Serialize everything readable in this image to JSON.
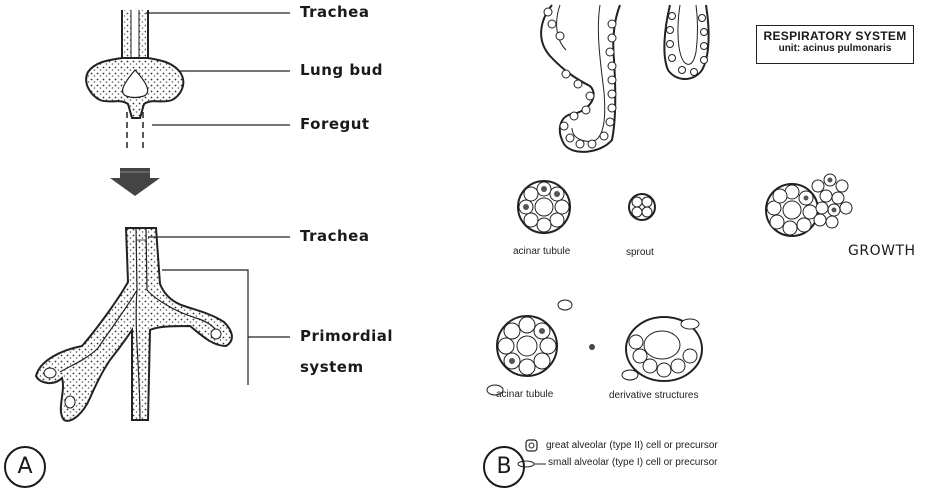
{
  "panel_a": {
    "letter": "A",
    "labels": {
      "trachea_top": "Trachea",
      "lung_bud": "Lung bud",
      "foregut": "Foregut",
      "trachea_bottom": "Trachea",
      "primordial_line1": "Primordial",
      "primordial_line2": "system"
    }
  },
  "panel_b": {
    "letter": "B",
    "title_box": {
      "title": "RESPIRATORY SYSTEM",
      "subtitle": "unit: acinus pulmonaris"
    },
    "labels": {
      "acinar_tubule_1": "acinar tubule",
      "sprout": "sprout",
      "growth": "GROWTH",
      "acinar_tubule_2": "acinar tubule",
      "derivative_structures": "derivative structures"
    },
    "legend": [
      {
        "icon": "great-alveolar-cell-icon",
        "text": "great alveolar (type II) cell or precursor"
      },
      {
        "icon": "small-alveolar-cell-icon",
        "text": "small alveolar (type I) cell or precursor"
      }
    ]
  }
}
